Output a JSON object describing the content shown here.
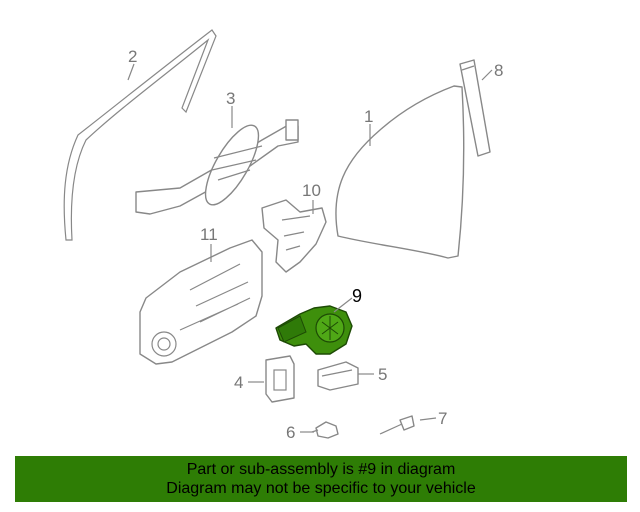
{
  "callouts": [
    {
      "id": "1",
      "text": "1"
    },
    {
      "id": "2",
      "text": "2"
    },
    {
      "id": "3",
      "text": "3"
    },
    {
      "id": "4",
      "text": "4"
    },
    {
      "id": "5",
      "text": "5"
    },
    {
      "id": "6",
      "text": "6"
    },
    {
      "id": "7",
      "text": "7"
    },
    {
      "id": "8",
      "text": "8"
    },
    {
      "id": "9",
      "text": "9"
    },
    {
      "id": "10",
      "text": "10"
    },
    {
      "id": "11",
      "text": "11"
    }
  ],
  "highlight_part": "9",
  "colors": {
    "highlight": "#3e8f0c",
    "banner": "#2e7d05",
    "line": "#888888"
  },
  "banner": {
    "line1": "Part or sub-assembly is #9 in diagram",
    "line2": "Diagram may not be specific to your vehicle"
  }
}
